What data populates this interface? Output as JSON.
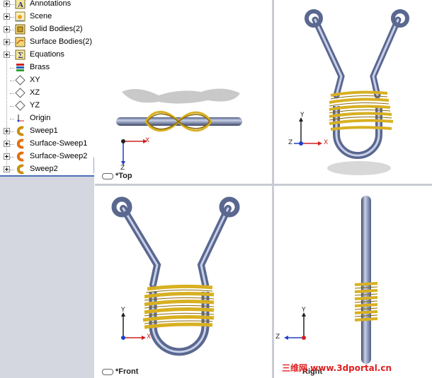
{
  "feature_tree": {
    "items": [
      {
        "label": "Annotations",
        "icon": "annotations-icon",
        "expandable": true
      },
      {
        "label": "Scene",
        "icon": "scene-icon",
        "expandable": true
      },
      {
        "label": "Solid Bodies(2)",
        "icon": "solid-bodies-icon",
        "expandable": true
      },
      {
        "label": "Surface Bodies(2)",
        "icon": "surface-bodies-icon",
        "expandable": true
      },
      {
        "label": "Equations",
        "icon": "equations-icon",
        "expandable": true
      },
      {
        "label": "Brass",
        "icon": "material-icon",
        "expandable": false
      },
      {
        "label": "XY",
        "icon": "plane-icon",
        "expandable": false
      },
      {
        "label": "XZ",
        "icon": "plane-icon",
        "expandable": false
      },
      {
        "label": "YZ",
        "icon": "plane-icon",
        "expandable": false
      },
      {
        "label": "Origin",
        "icon": "origin-icon",
        "expandable": false
      },
      {
        "label": "Sweep1",
        "icon": "sweep-icon",
        "expandable": true
      },
      {
        "label": "Surface-Sweep1",
        "icon": "surface-sweep-icon",
        "expandable": true
      },
      {
        "label": "Surface-Sweep2",
        "icon": "surface-sweep-icon",
        "expandable": true
      },
      {
        "label": "Sweep2",
        "icon": "sweep-icon",
        "expandable": true
      }
    ]
  },
  "viewports": {
    "top": {
      "label": "*Top",
      "axes": {
        "x": "X",
        "z": "Z"
      }
    },
    "iso": {
      "axes": {
        "y": "Y",
        "x": "X",
        "z": "Z"
      }
    },
    "front": {
      "label": "*Front",
      "axes": {
        "x": "X",
        "y": "Y"
      }
    },
    "right": {
      "label": "Right",
      "axes": {
        "y": "Y",
        "z": "Z"
      }
    }
  },
  "watermark": "三维网 www.3dportal.cn",
  "colors": {
    "tube": "#6f7fa8",
    "tube_highlight": "#c8d0e8",
    "coil": "#d8b020",
    "coil_dark": "#8a6a10",
    "tree_accent": "#4a70b8"
  }
}
